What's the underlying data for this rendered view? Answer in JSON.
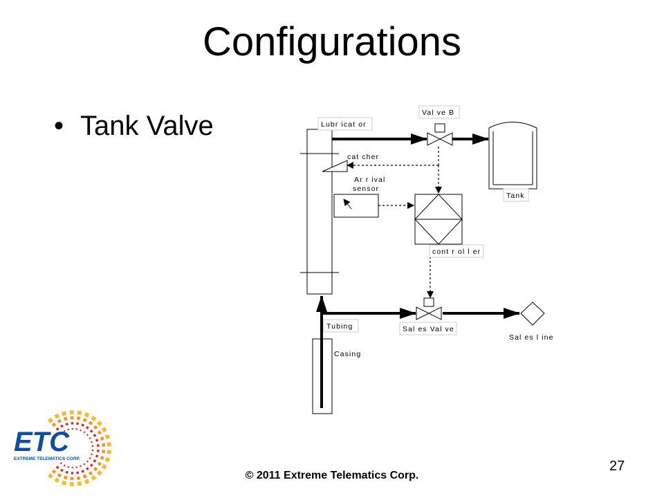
{
  "slide": {
    "title": "Configurations",
    "bullet": "Tank Valve",
    "page_number": "27",
    "copyright": "© 2011 Extreme Telematics Corp."
  },
  "diagram": {
    "labels": {
      "lubricator": "Lubr icat or",
      "valve_b": "Val ve B",
      "catcher": "cat cher",
      "arrival_line1": "Ar r ival",
      "arrival_line2": "sensor",
      "tank": "Tank",
      "controller": "cont r ol l er",
      "tubing": "Tubing",
      "sales_valve": "Sal es Val ve",
      "sales_line": "Sal es l ine",
      "casing": "Casing"
    }
  },
  "logo": {
    "text": "ETC",
    "subtext": "EXTREME TELEMATICS CORP.",
    "colors": {
      "primary": "#0b4ea2",
      "accent_red": "#d7261e",
      "accent_orange": "#f7941d",
      "accent_yellow": "#fbb72d"
    }
  }
}
